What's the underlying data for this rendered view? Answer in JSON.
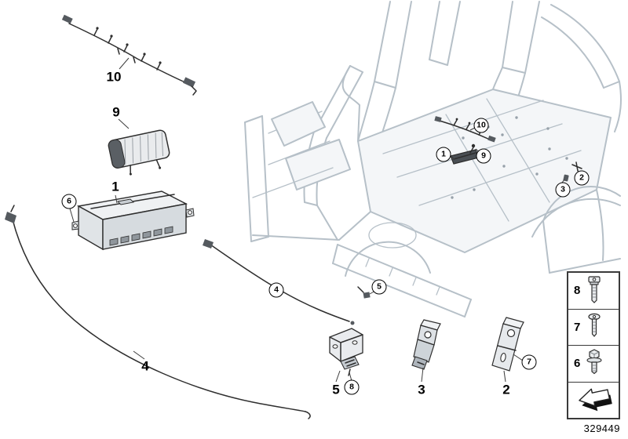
{
  "diagram_number": "329449",
  "colors": {
    "body_line": "#b6c0c8",
    "part_line": "#2e2e2e",
    "leader_line": "#3c3c3c"
  },
  "callouts": {
    "plain": {
      "p10": "10",
      "p9": "9",
      "p1": "1",
      "p4": "4",
      "p5": "5",
      "p3": "3",
      "p2": "2"
    },
    "circled": {
      "c6": "6",
      "c10": "10",
      "c9": "9",
      "c1": "1",
      "c2": "2",
      "c3": "3",
      "c4": "4",
      "c5": "5",
      "c8": "8",
      "c7": "7"
    }
  },
  "fastener_panel": {
    "items": [
      {
        "label": "8",
        "icon": "torx-bolt"
      },
      {
        "label": "7",
        "icon": "torx-screw"
      },
      {
        "label": "6",
        "icon": "hex-flange-bolt"
      },
      {
        "label": "",
        "icon": "continuation-arrow"
      }
    ]
  }
}
